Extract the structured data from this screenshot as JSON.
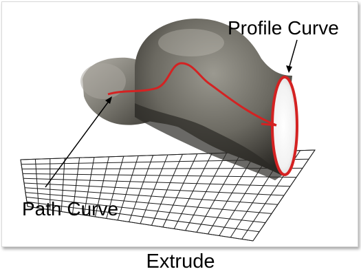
{
  "figure": {
    "labels": {
      "profile_curve": "Profile Curve",
      "path_curve": "Path Curve"
    },
    "caption": "Extrude"
  },
  "colors": {
    "surface_dark": "#2c2a26",
    "surface_light": "#8c8a84",
    "curve_red": "#d42222",
    "grid_line": "#1a1a1a",
    "grid_fill": "#ffffff"
  }
}
